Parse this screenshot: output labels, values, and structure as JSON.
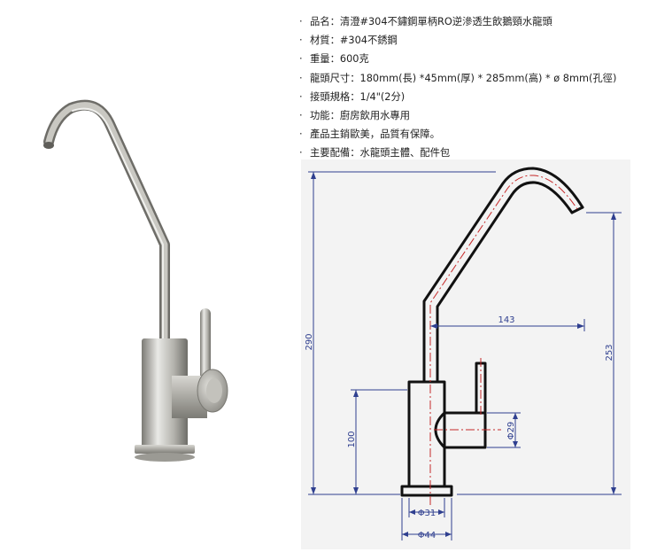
{
  "specs": [
    {
      "label": "品名",
      "value": "清澄#304不鏽鋼單柄RO逆滲透生飲鵝頸水龍頭"
    },
    {
      "label": "材質",
      "value": "#304不銹鋼"
    },
    {
      "label": "重量",
      "value": "600克"
    },
    {
      "label": "龍頭尺寸",
      "value": "180mm(長) *45mm(厚) * 285mm(高) * ø 8mm(孔徑)"
    },
    {
      "label": "接頭規格",
      "value": "1/4\"(2分)"
    },
    {
      "label": "功能",
      "value": "廚房飲用水專用"
    },
    {
      "label": "",
      "value": "產品主銷歐美，品質有保障。"
    },
    {
      "label": "主要配備",
      "value": "水龍頭主體、配件包"
    }
  ],
  "drawing": {
    "dims": {
      "height_total": "290",
      "height_handle": "100",
      "reach": "143",
      "spout_height": "253",
      "handle_dia": "Φ29",
      "body_dia": "Φ31",
      "base_dia": "Φ44"
    },
    "colors": {
      "outline": "#111111",
      "dimension": "#2f3f8f",
      "centerline": "#c62828",
      "panel": "#f3f3f3"
    }
  },
  "photo": {
    "colors": {
      "steel_light": "#e9e9e6",
      "steel_mid": "#b3b2ac",
      "steel_dark": "#7c7b75"
    }
  }
}
